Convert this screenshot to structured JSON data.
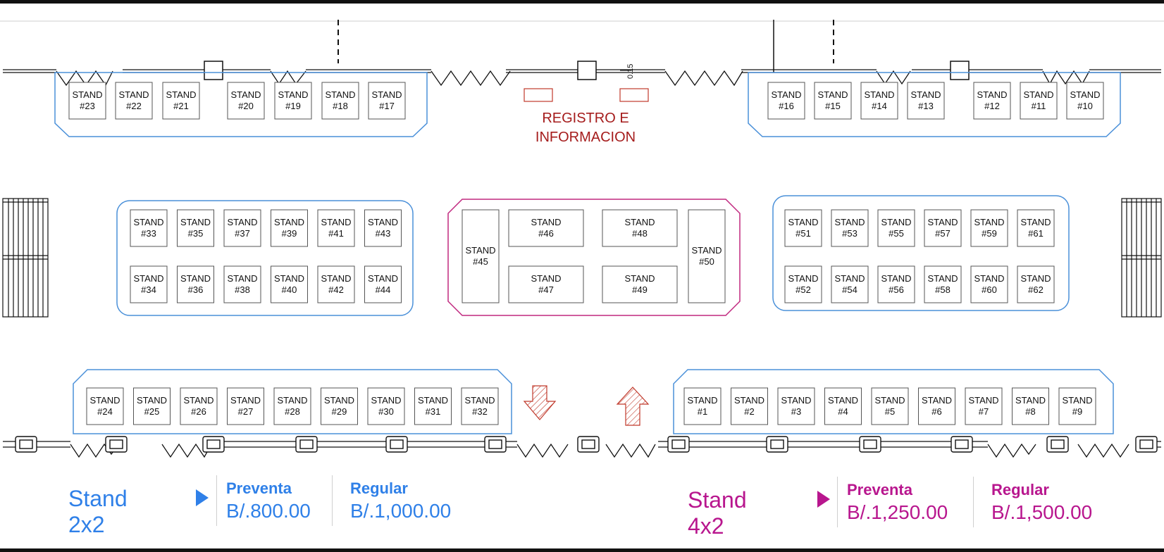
{
  "registration": {
    "line1": "REGISTRO E",
    "line2": "INFORMACION"
  },
  "scale_note": "0.15",
  "stand_word": "STAND",
  "stands": {
    "top_left": [
      "#23",
      "#22",
      "#21",
      "#20",
      "#19",
      "#18",
      "#17"
    ],
    "top_right": [
      "#16",
      "#15",
      "#14",
      "#13",
      "#12",
      "#11",
      "#10"
    ],
    "mid_left_top": [
      "#33",
      "#35",
      "#37",
      "#39",
      "#41",
      "#43"
    ],
    "mid_left_bottom": [
      "#34",
      "#36",
      "#38",
      "#40",
      "#42",
      "#44"
    ],
    "center": [
      "#45",
      "#46",
      "#48",
      "#47",
      "#49",
      "#50"
    ],
    "mid_right_top": [
      "#51",
      "#53",
      "#55",
      "#57",
      "#59",
      "#61"
    ],
    "mid_right_bottom": [
      "#52",
      "#54",
      "#56",
      "#58",
      "#60",
      "#62"
    ],
    "bottom_left": [
      "#24",
      "#25",
      "#26",
      "#27",
      "#28",
      "#29",
      "#30",
      "#31",
      "#32"
    ],
    "bottom_right": [
      "#1",
      "#2",
      "#3",
      "#4",
      "#5",
      "#6",
      "#7",
      "#8",
      "#9"
    ]
  },
  "pricing": {
    "small": {
      "title": "Stand 2x2",
      "presale_label": "Preventa",
      "presale_price": "B/.800.00",
      "regular_label": "Regular",
      "regular_price": "B/.1,000.00"
    },
    "large": {
      "title": "Stand 4x2",
      "presale_label": "Preventa",
      "presale_price": "B/.1,250.00",
      "regular_label": "Regular",
      "regular_price": "B/.1,500.00"
    }
  },
  "colors": {
    "zone_blue": "#4a90d9",
    "zone_magenta": "#c0287f",
    "registration_red": "#a51c1c",
    "price_blue": "#2f80e8",
    "price_magenta": "#b8168e",
    "wall": "#111111"
  },
  "icons": {
    "arrow": "play-icon",
    "entrance": "entrance-arrow-up-icon",
    "exit": "exit-arrow-down-icon",
    "stairs": "stairs-icon"
  }
}
